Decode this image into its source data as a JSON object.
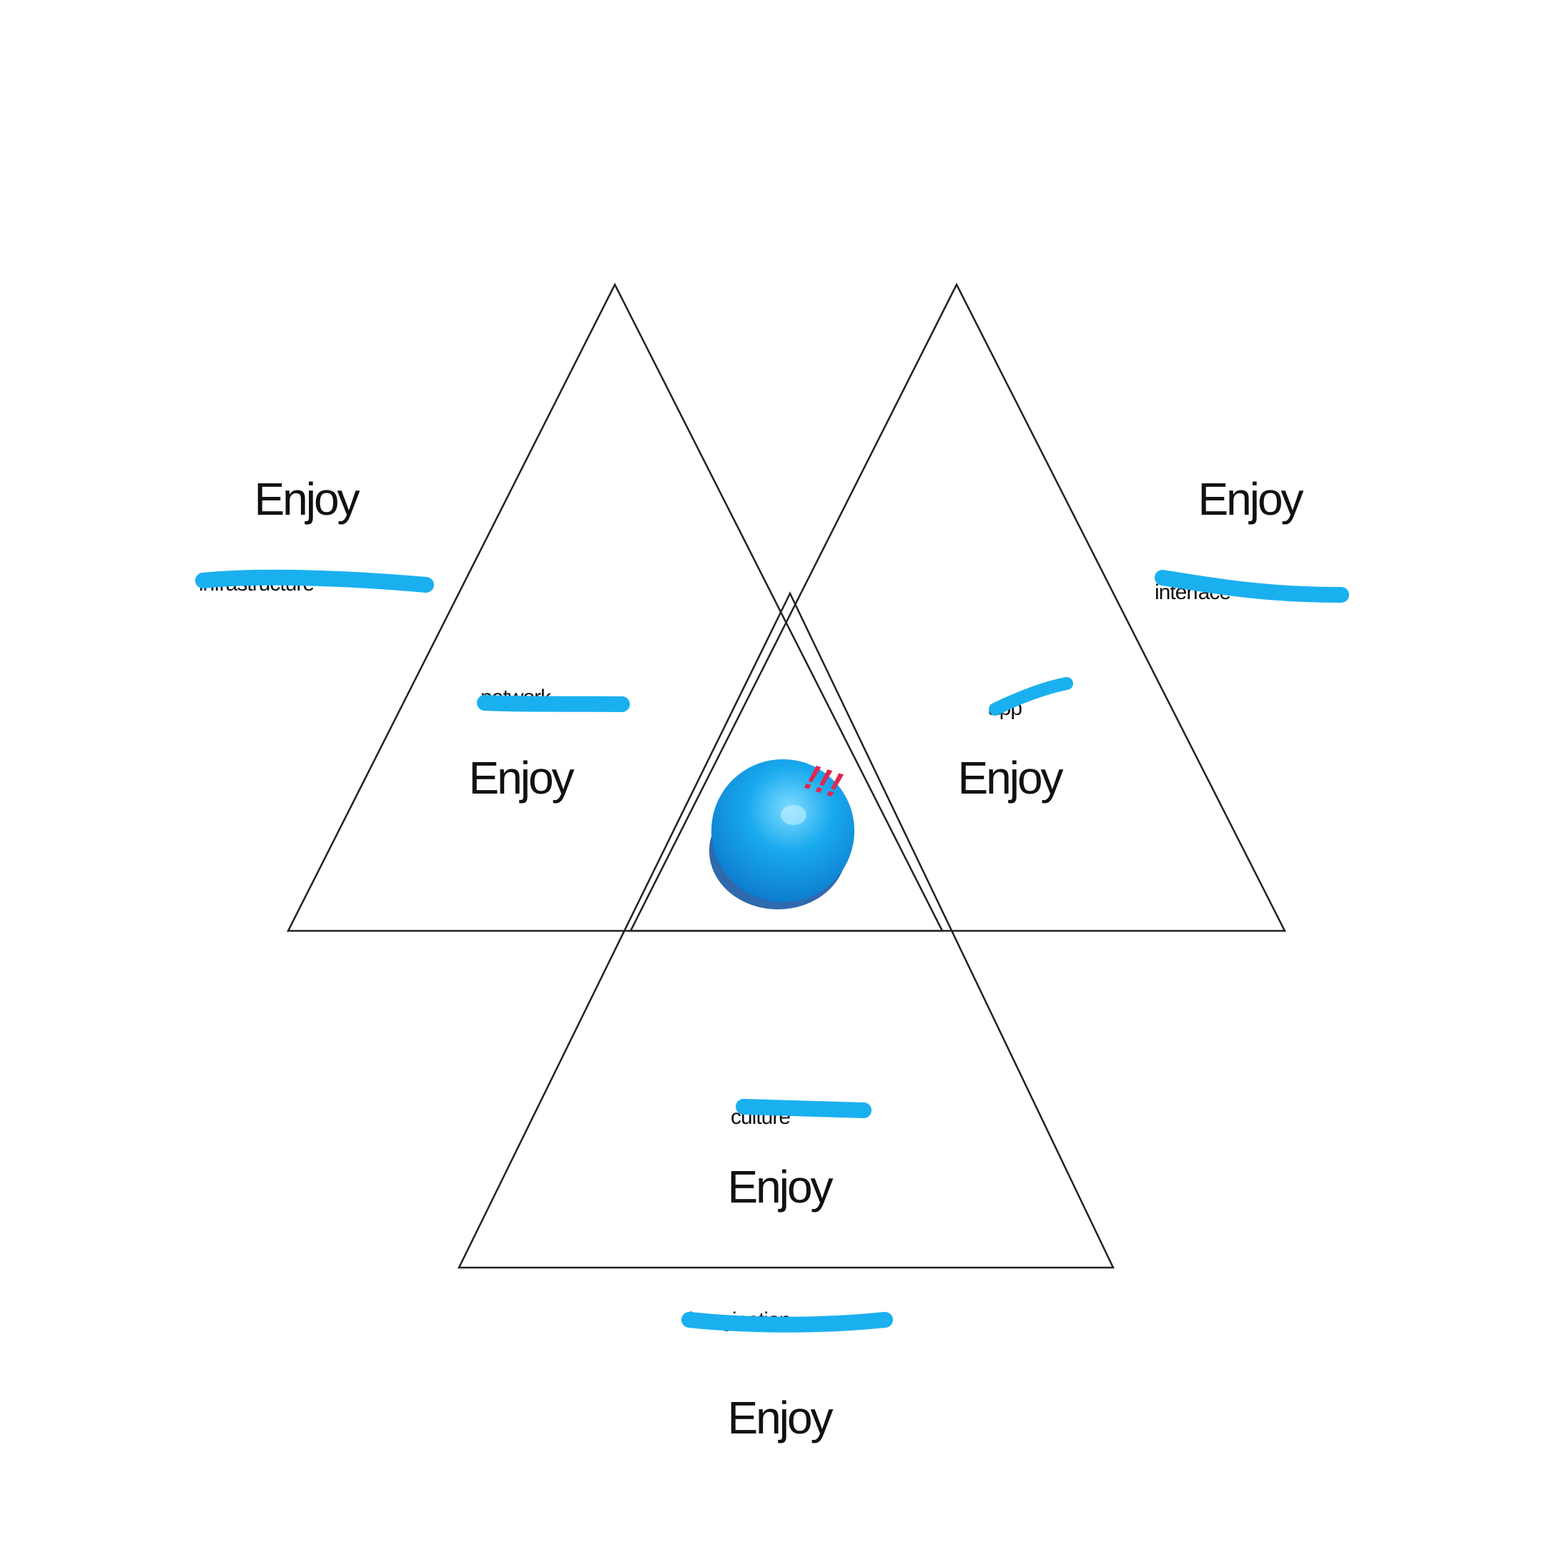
{
  "colors": {
    "background": "#ffffff",
    "line": "#222222",
    "text": "#111111",
    "highlight": "#1ab0f0",
    "exclaim": "#e0284f",
    "sphere_light": "#7fdcff",
    "sphere_mid": "#18a9ee",
    "sphere_dark": "#0b5fb0"
  },
  "labels": {
    "outer_top_left": {
      "enjoy": "Enjoy",
      "struck": "infrastructure"
    },
    "outer_top_right": {
      "enjoy": "Enjoy",
      "struck": "interface"
    },
    "inner_left": {
      "enjoy": "Enjoy",
      "struck": "network"
    },
    "inner_right": {
      "enjoy": "Enjoy",
      "struck": "app"
    },
    "inner_bottom": {
      "enjoy": "Enjoy",
      "struck": "culture"
    },
    "outer_bottom": {
      "enjoy": "Enjoy",
      "struck": "imagination"
    }
  },
  "center": {
    "icon": "blue-sphere-icon",
    "mark": "!!!"
  }
}
